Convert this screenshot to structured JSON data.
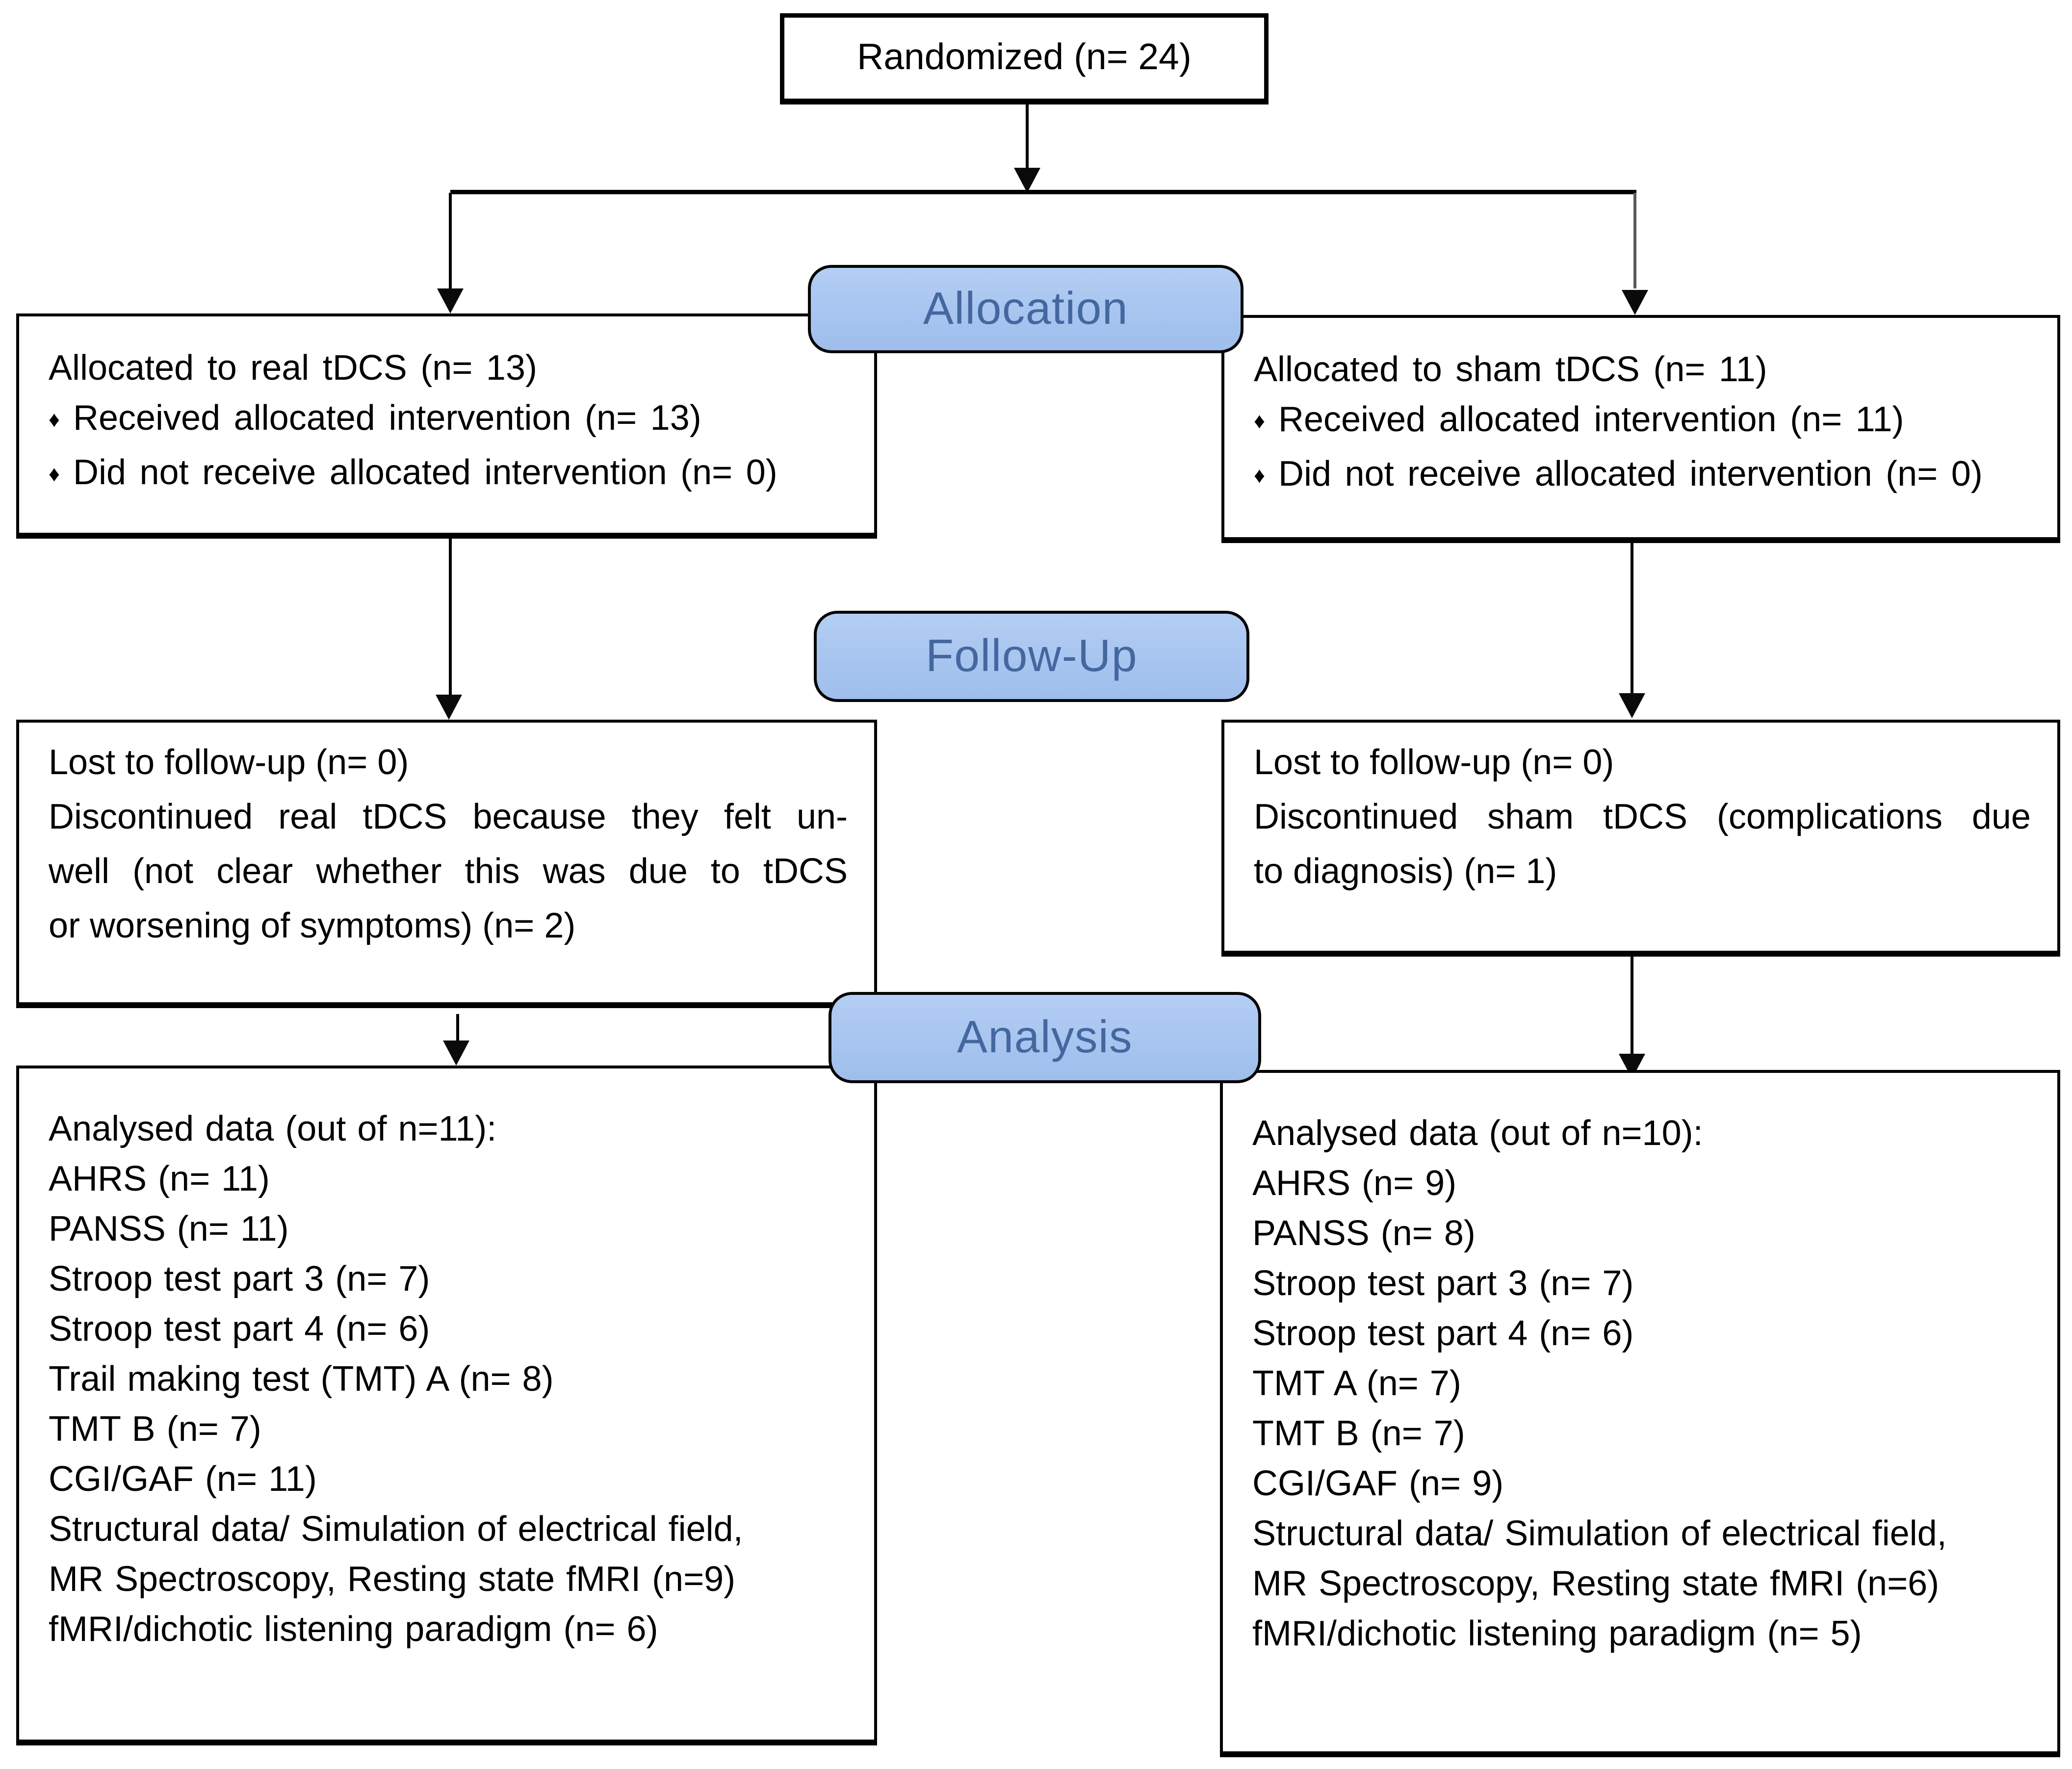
{
  "top_box": {
    "label": "Randomized (n= 24)"
  },
  "stages": {
    "allocation_label": "Allocation",
    "follow_up_label": "Follow-Up",
    "analysis_label": "Analysis"
  },
  "colors": {
    "stage_fill": "#a9c6f0",
    "stage_text": "#44679f",
    "box_border": "#000000"
  },
  "allocation": {
    "left": {
      "header": "Allocated to real tDCS (n= 13)",
      "bullets": [
        {
          "icon": "♦",
          "text": "Received allocated intervention (n= 13)"
        },
        {
          "icon": "♦",
          "text": "Did not receive allocated intervention (n= 0)"
        }
      ]
    },
    "right": {
      "header": "Allocated to sham tDCS (n= 11)",
      "bullets": [
        {
          "icon": "♦",
          "text": "Received allocated intervention (n= 11)"
        },
        {
          "icon": "♦",
          "text": "Did not receive allocated intervention (n= 0)"
        }
      ]
    }
  },
  "follow_up": {
    "left": {
      "line1": "Lost to follow-up (n= 0)",
      "para_lines": [
        "Discontinued real tDCS because they felt un-",
        "well (not clear whether this was due to tDCS",
        "or worsening of symptoms) (n= 2)"
      ]
    },
    "right": {
      "line1": "Lost to follow-up (n= 0)",
      "para_lines": [
        "Discontinued sham tDCS (complications due",
        "to diagnosis) (n= 1)"
      ]
    }
  },
  "analysis": {
    "left": {
      "header": "Analysed data (out of n=11):",
      "items": [
        "AHRS (n= 11)",
        "PANSS (n= 11)",
        "Stroop test part 3 (n= 7)",
        "Stroop test part 4 (n= 6)",
        "Trail making test (TMT) A (n= 8)",
        "TMT B (n= 7)",
        "CGI/GAF (n= 11)",
        "Structural data/ Simulation of electrical field,",
        "MR Spectroscopy, Resting state fMRI (n=9)",
        "fMRI/dichotic listening paradigm (n= 6)"
      ]
    },
    "right": {
      "header": "Analysed data (out of n=10):",
      "items": [
        "AHRS (n= 9)",
        "PANSS (n= 8)",
        "Stroop test part 3 (n= 7)",
        "Stroop test part 4 (n= 6)",
        "TMT A (n= 7)",
        "TMT B (n= 7)",
        "CGI/GAF (n= 9)",
        "Structural data/ Simulation of electrical field,",
        "MR Spectroscopy, Resting state fMRI (n=6)",
        "fMRI/dichotic listening paradigm (n= 5)"
      ]
    }
  }
}
